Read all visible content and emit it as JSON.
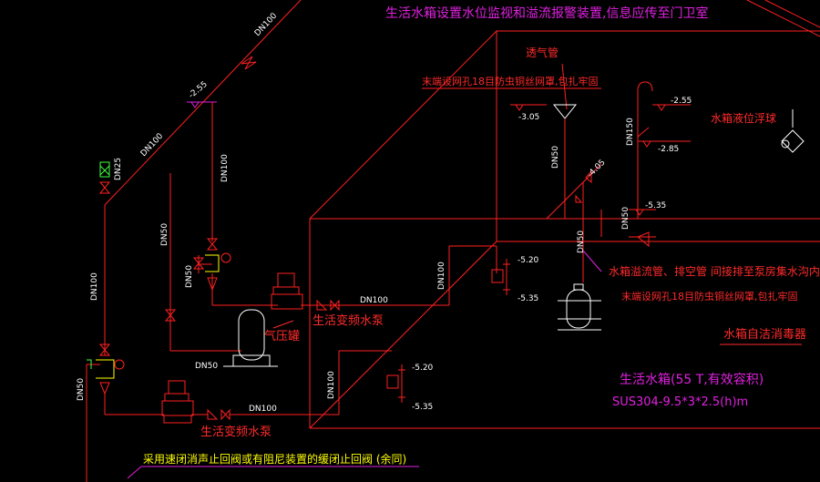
{
  "colors": {
    "background": "#000000",
    "pipe": "#ff2020",
    "note_magenta": "#e020e0",
    "note_red": "#ff2a2a",
    "elevation_text": "#ffffff",
    "equipment": "#ffffff",
    "check_valve": "#ffff00",
    "filter": "#40ff40"
  },
  "notes": {
    "top_title": "生活水箱设置水位监视和溢流报警装置,信息应传至门卫室",
    "vent_pipe": "透气管",
    "vent_end_note": "末端设网孔18目防虫铜丝网罩,包扎牢固",
    "level_float": "水箱液位浮球",
    "overflow_note": "水箱溢流管、排空管 间接排至泵房集水沟内",
    "overflow_end_note": "末端设网孔18目防虫铜丝网罩,包扎牢固",
    "sterilizer": "水箱自洁消毒器",
    "tank_name": "生活水箱(55 T,有效容积)",
    "tank_spec": "SUS304-9.5*3*2.5(h)m",
    "pressure_tank": "气压罐",
    "pump_upper": "生活变频水泵",
    "pump_lower": "生活变频水泵",
    "bottom_note": "采用速闭消声止回阀或有阻尼装置的缓闭止回阀 (余同)"
  },
  "pipe_sizes": {
    "top_diag_1": "DN100",
    "top_diag_2": "DN100",
    "riser_small": "DN25",
    "main_riser": "DN100",
    "left_dn50": "DN50",
    "dn100_branch": "DN100",
    "dn50_gauge": "DN50",
    "dn50_bottom": "DN50",
    "dn50_left": "DN50",
    "upper_discharge": "DN100",
    "upper_suction": "DN100",
    "lower_suction": "DN100",
    "lower_discharge": "DN100",
    "vent_dn50": "DN50",
    "float_dn150": "DN150",
    "overflow_dn50": "DN50",
    "drain_dn50": "DN50"
  },
  "elevations": {
    "top_pipe": "-2.55",
    "float_top": "-2.55",
    "float_bottom": "-2.85",
    "vent": "-3.05",
    "overflow_top": "-4.05",
    "overflow_right": "-5.35",
    "upper_suction_top": "-5.20",
    "upper_suction_bottom": "-5.35",
    "lower_suction_top": "-5.20",
    "lower_suction_bottom": "-5.35"
  }
}
